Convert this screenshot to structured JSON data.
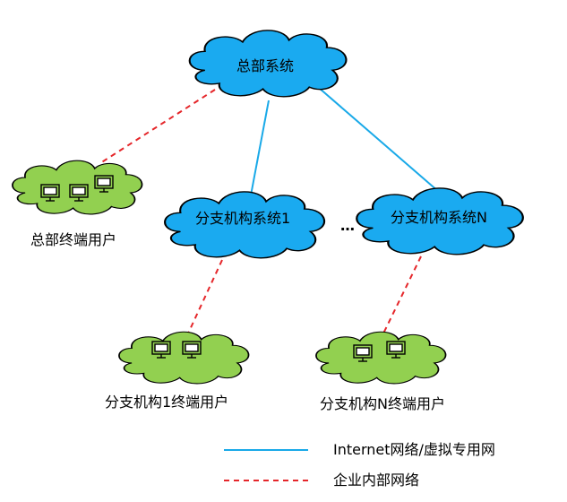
{
  "nodes": {
    "hq": "总部系统",
    "branch1": "分支机构系统1",
    "branchN": "分支机构系统N",
    "ellipsis": "…",
    "hq_users": "总部终端用户",
    "branch1_users": "分支机构1终端用户",
    "branchN_users": "分支机构N终端用户"
  },
  "legend": {
    "internet": "Internet网络/虚拟专用网",
    "intranet": "企业内部网络"
  },
  "colors": {
    "system_cloud": "#1aaaf0",
    "user_cloud": "#92d050",
    "internet_line": "#19a9e8",
    "intranet_line": "#e5262a"
  }
}
